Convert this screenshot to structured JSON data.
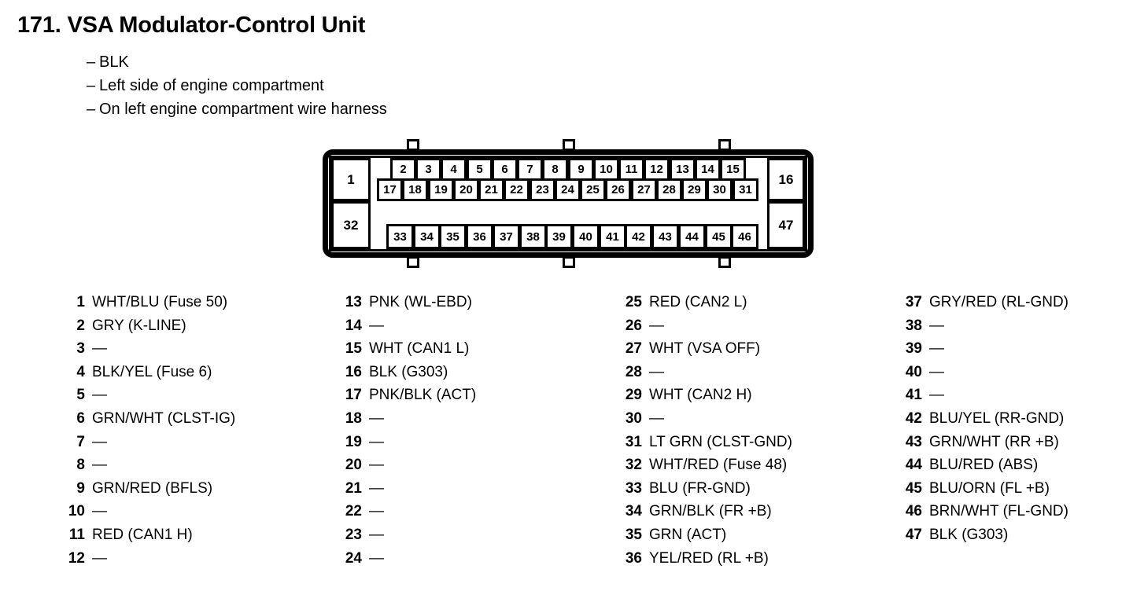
{
  "header": {
    "title": "171. VSA Modulator-Control Unit",
    "notes": [
      "BLK",
      "Left side of engine compartment",
      "On left engine compartment wire harness"
    ],
    "note_dash": "–"
  },
  "connector": {
    "name": "47-pin connector view",
    "empty_marker": "—",
    "rows": {
      "top_left": [
        "1"
      ],
      "upper_a": [
        "2",
        "3",
        "4",
        "5",
        "6",
        "7",
        "8",
        "9",
        "10",
        "11",
        "12",
        "13",
        "14",
        "15"
      ],
      "upper_b": [
        "17",
        "18",
        "19",
        "20",
        "21",
        "22",
        "23",
        "24",
        "25",
        "26",
        "27",
        "28",
        "29",
        "30",
        "31"
      ],
      "top_right": [
        "16"
      ],
      "bottom_left": [
        "32"
      ],
      "lower": [
        "33",
        "34",
        "35",
        "36",
        "37",
        "38",
        "39",
        "40",
        "41",
        "42",
        "43",
        "44",
        "45",
        "46"
      ],
      "bottom_right": [
        "47"
      ]
    },
    "latch_tabs": {
      "count_top": 3,
      "count_bottom": 3
    }
  },
  "pins": {
    "column1": [
      {
        "num": "1",
        "desc": "WHT/BLU (Fuse 50)"
      },
      {
        "num": "2",
        "desc": "GRY (K-LINE)"
      },
      {
        "num": "3",
        "desc": "—"
      },
      {
        "num": "4",
        "desc": "BLK/YEL (Fuse 6)"
      },
      {
        "num": "5",
        "desc": "—"
      },
      {
        "num": "6",
        "desc": "GRN/WHT (CLST-IG)"
      },
      {
        "num": "7",
        "desc": "—"
      },
      {
        "num": "8",
        "desc": "—"
      },
      {
        "num": "9",
        "desc": "GRN/RED (BFLS)"
      },
      {
        "num": "10",
        "desc": "—"
      },
      {
        "num": "11",
        "desc": "RED (CAN1 H)"
      },
      {
        "num": "12",
        "desc": "—"
      }
    ],
    "column2": [
      {
        "num": "13",
        "desc": "PNK (WL-EBD)"
      },
      {
        "num": "14",
        "desc": "—"
      },
      {
        "num": "15",
        "desc": "WHT (CAN1 L)"
      },
      {
        "num": "16",
        "desc": "BLK (G303)"
      },
      {
        "num": "17",
        "desc": "PNK/BLK (ACT)"
      },
      {
        "num": "18",
        "desc": "—"
      },
      {
        "num": "19",
        "desc": "—"
      },
      {
        "num": "20",
        "desc": "—"
      },
      {
        "num": "21",
        "desc": "—"
      },
      {
        "num": "22",
        "desc": "—"
      },
      {
        "num": "23",
        "desc": "—"
      },
      {
        "num": "24",
        "desc": "—"
      }
    ],
    "column3": [
      {
        "num": "25",
        "desc": "RED (CAN2 L)"
      },
      {
        "num": "26",
        "desc": "—"
      },
      {
        "num": "27",
        "desc": "WHT (VSA OFF)"
      },
      {
        "num": "28",
        "desc": "—"
      },
      {
        "num": "29",
        "desc": "WHT (CAN2 H)"
      },
      {
        "num": "30",
        "desc": "—"
      },
      {
        "num": "31",
        "desc": "LT GRN (CLST-GND)"
      },
      {
        "num": "32",
        "desc": "WHT/RED (Fuse 48)"
      },
      {
        "num": "33",
        "desc": "BLU (FR-GND)"
      },
      {
        "num": "34",
        "desc": "GRN/BLK (FR +B)"
      },
      {
        "num": "35",
        "desc": "GRN (ACT)"
      },
      {
        "num": "36",
        "desc": "YEL/RED (RL +B)"
      }
    ],
    "column4": [
      {
        "num": "37",
        "desc": "GRY/RED (RL-GND)"
      },
      {
        "num": "38",
        "desc": "—"
      },
      {
        "num": "39",
        "desc": "—"
      },
      {
        "num": "40",
        "desc": "—"
      },
      {
        "num": "41",
        "desc": "—"
      },
      {
        "num": "42",
        "desc": "BLU/YEL (RR-GND)"
      },
      {
        "num": "43",
        "desc": "GRN/WHT (RR +B)"
      },
      {
        "num": "44",
        "desc": "BLU/RED (ABS)"
      },
      {
        "num": "45",
        "desc": "BLU/ORN (FL +B)"
      },
      {
        "num": "46",
        "desc": "BRN/WHT (FL-GND)"
      },
      {
        "num": "47",
        "desc": "BLK (G303)"
      }
    ]
  },
  "colors": {
    "ink": "#000000",
    "paper": "#ffffff"
  }
}
